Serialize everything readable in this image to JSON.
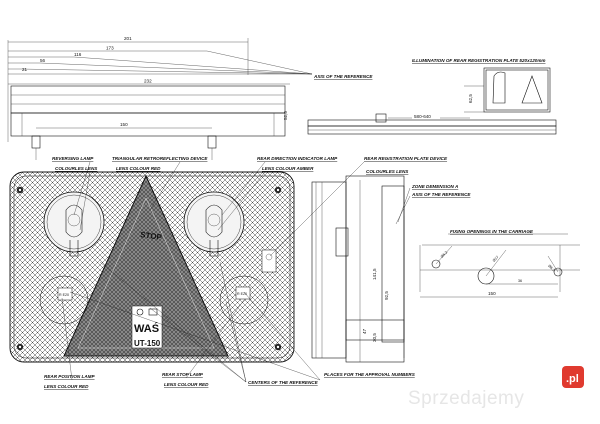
{
  "top_view": {
    "dims": [
      "201",
      "173",
      "116",
      "56",
      "21",
      "232",
      "150",
      "52,5"
    ],
    "axis_label": "AXIS OF THE REFERENCE"
  },
  "plate_view": {
    "title": "ILLUMINATION OF REAR REGISTRATION PLATE 520x120mm",
    "dims": [
      "580-640",
      "62,5"
    ]
  },
  "labels": {
    "reversing_lamp": "REVERSING LAMP",
    "reversing_lens": "COLOURLES LENS",
    "triangular": "TRIANGULAR RETROREFLECTING DEVICE",
    "triangular_lens": "LENS COLOUR RED",
    "direction": "REAR DIRECTION INDICATOR LAMP",
    "direction_lens": "LENS COLOUR AMBER",
    "plate_lamp": "REAR REGISTRATION PLATE DEVICE",
    "plate_lens": "COLOURLES LENS",
    "zone": "ZONE DEMENSION A",
    "axis": "AXIS OF THE REFERENCE",
    "fixing": "FIXING OPENINGS IN THE CARRIAGE",
    "position": "REAR POSITION LAMP",
    "position_lens": "LENS COLOUR RED",
    "stop": "REAR STOP LAMP",
    "stop_lens": "LENS COLOUR RED",
    "centers": "CENTERS OF THE REFERENCE",
    "places": "PLACES FOR THE APPROVAL NUMBERS"
  },
  "front": {
    "stop_text": "STOP",
    "was": "WAŚ",
    "model": "UT-150",
    "marks": [
      "R E20",
      "R E20"
    ]
  },
  "side_dims": [
    "141,5",
    "92,5",
    "47",
    "30,5"
  ],
  "fixing_dims": [
    "Ø6,2",
    "Ø17",
    "Ø6,2",
    "36",
    "150"
  ],
  "watermark": {
    "text": "Sprzedajemy",
    "badge": ".pl"
  }
}
